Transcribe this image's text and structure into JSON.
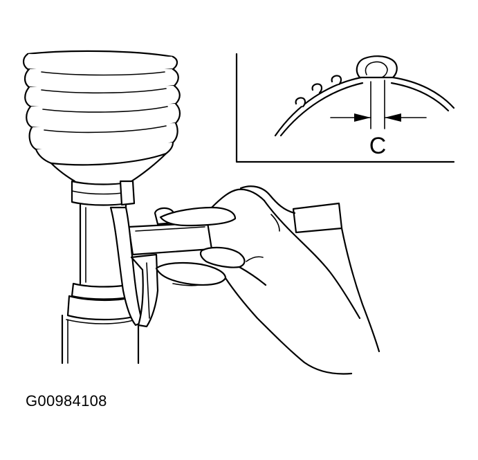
{
  "figure": {
    "code": "G00984108",
    "inset_label": "C"
  },
  "colors": {
    "ink": "#000000",
    "paper": "#ffffff"
  },
  "icons": [
    "cv-joint-boot",
    "boot-clamp",
    "drive-shaft",
    "vernier-caliper",
    "hand",
    "clamp-cross-section-inset"
  ]
}
